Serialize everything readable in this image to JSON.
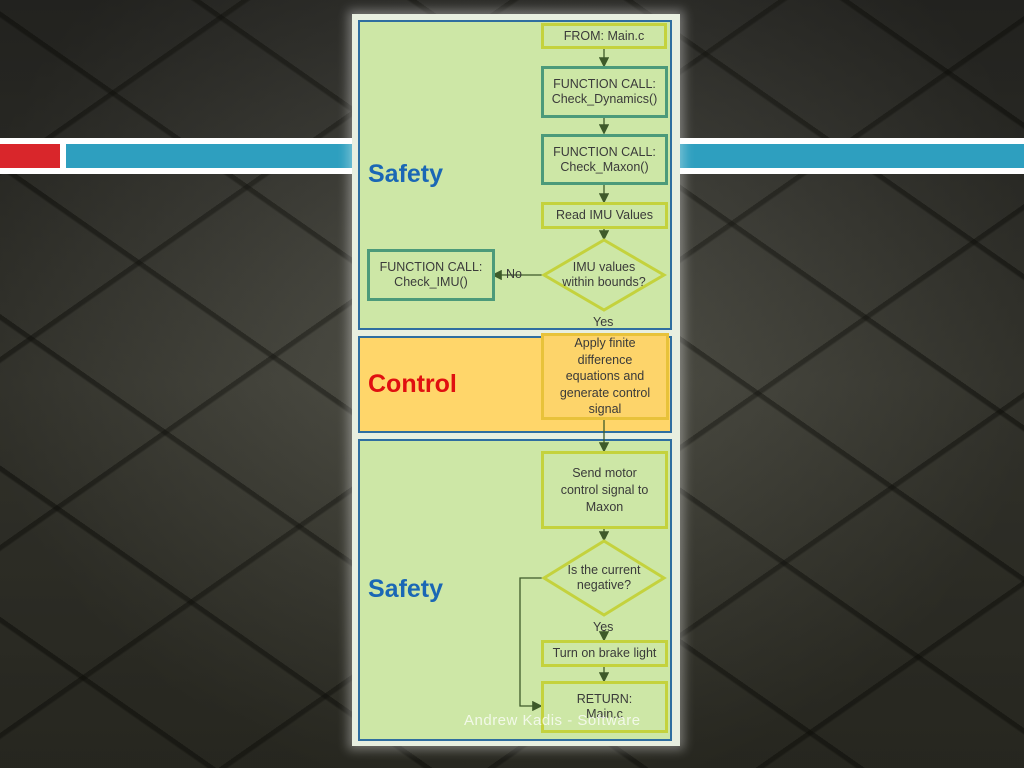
{
  "diagram": {
    "sections": [
      {
        "label": "Safety",
        "color": "#1a67b5"
      },
      {
        "label": "Control",
        "color": "#e01010"
      },
      {
        "label": "Safety",
        "color": "#1a67b5"
      }
    ],
    "nodes": {
      "from_main": "FROM: Main.c",
      "call_dynamics": "FUNCTION CALL:\nCheck_Dynamics()",
      "call_maxon": "FUNCTION CALL:\nCheck_Maxon()",
      "read_imu": "Read IMU Values",
      "imu_bounds": "IMU values\nwithin bounds?",
      "call_imu": "FUNCTION CALL:\nCheck_IMU()",
      "apply_finite": "Apply finite\ndifference\nequations and\ngenerate control\nsignal",
      "send_motor": "Send motor\ncontrol signal to\nMaxon",
      "current_negative": "Is the current\nnegative?",
      "brake_light": "Turn on brake light",
      "return_main": "RETURN:\nMain.c"
    },
    "edge_labels": {
      "no": "No",
      "yes_imu": "Yes",
      "yes_current": "Yes"
    }
  },
  "footer": "Andrew Kadis - Software"
}
